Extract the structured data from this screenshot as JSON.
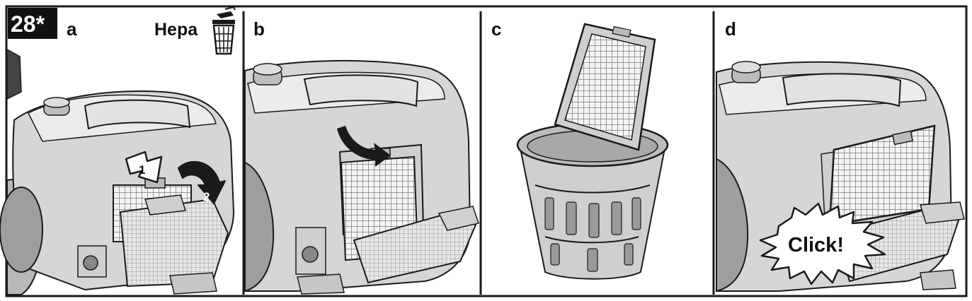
{
  "figure_number": "28*",
  "panels": [
    {
      "id": "a",
      "label": "a"
    },
    {
      "id": "b",
      "label": "b"
    },
    {
      "id": "c",
      "label": "c"
    },
    {
      "id": "d",
      "label": "d"
    }
  ],
  "hepa_label": "Hepa",
  "step_markers": [
    "1",
    "2"
  ],
  "click_label": "Click!",
  "icons": {
    "trash": "trash-bin-icon",
    "push": "push-arrow-icon",
    "rotate": "rotate-arrow-icon",
    "starburst": "click-starburst-icon"
  },
  "colors": {
    "ink": "#1a1a1a",
    "body": "#d4d4d4",
    "light": "#ececec",
    "dark": "#9a9a9a",
    "badge_bg": "#111111",
    "badge_text": "#ffffff"
  }
}
